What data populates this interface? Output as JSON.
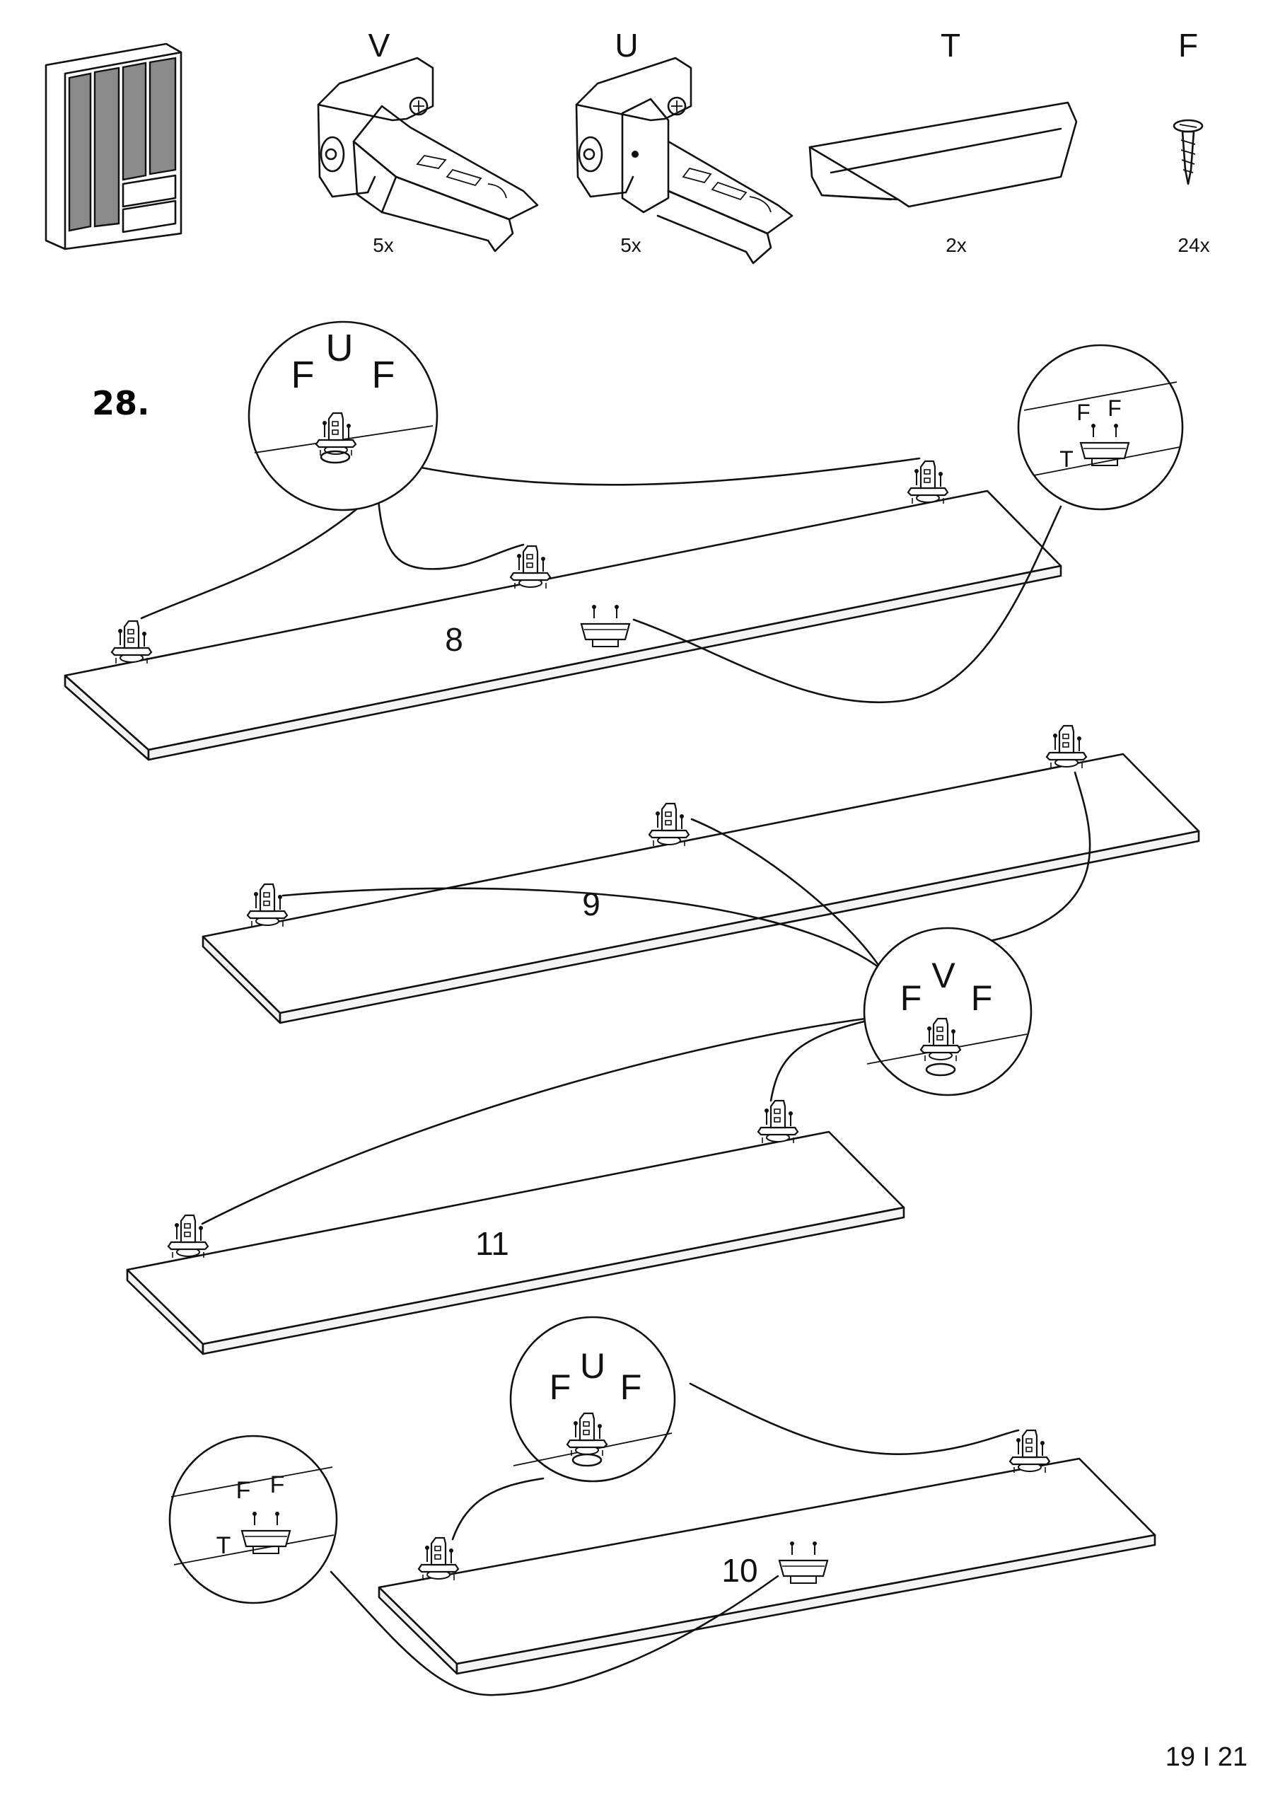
{
  "parts": [
    {
      "letter": "V",
      "qty": "5x",
      "icon": "hinge-v-icon"
    },
    {
      "letter": "U",
      "qty": "5x",
      "icon": "hinge-u-icon"
    },
    {
      "letter": "T",
      "qty": "2x",
      "icon": "handle-icon"
    },
    {
      "letter": "F",
      "qty": "24x",
      "icon": "screw-icon"
    }
  ],
  "step": {
    "number": "28."
  },
  "panels": {
    "p8": "8",
    "p9": "9",
    "p11": "11",
    "p10": "10"
  },
  "callouts": {
    "top_hinge": {
      "left": "F",
      "mid": "U",
      "right": "F"
    },
    "top_handle": {
      "f1": "F",
      "f2": "F",
      "t": "T"
    },
    "mid_hinge": {
      "left": "F",
      "mid": "V",
      "right": "F"
    },
    "bottom_hinge": {
      "left": "F",
      "mid": "U",
      "right": "F"
    },
    "bottom_handle": {
      "f1": "F",
      "f2": "F",
      "t": "T"
    }
  },
  "page": {
    "number": "19 I 21"
  }
}
